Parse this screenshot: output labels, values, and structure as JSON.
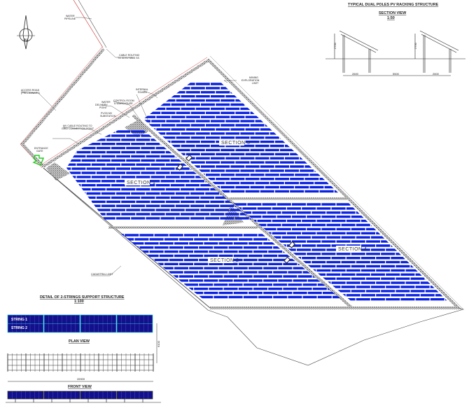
{
  "north_arrow": {
    "label": "N"
  },
  "site_labels": {
    "water_pipeline": [
      "WATER",
      "PIPELINE"
    ],
    "cable_routing": [
      "CABLE ROUTING",
      "TO 33 KV MMS SS"
    ],
    "access_road": [
      "ACCESS ROAD",
      "(PRELIMINARY)"
    ],
    "water_delivery": [
      "WATER",
      "DELIVERY",
      "POINT"
    ],
    "control_room": [
      "CONTROL ROOM",
      "& WAREHOUSE"
    ],
    "substation": [
      "PV/33 MV",
      "SUBSTATION"
    ],
    "internal_roads": [
      "INTERNAL",
      "ROADS"
    ],
    "mining_limit": [
      "MINING",
      "EXPLORATION",
      "LIMIT"
    ],
    "mv_cable": [
      "MV CABLE ROUTING TO",
      "GRID CONNECTION POINT"
    ],
    "entrance_gate": [
      "ENTRANCE",
      "GATE"
    ],
    "cadastral_limit": "CADASTRAL LIMIT"
  },
  "sections": [
    "SECTION 1",
    "SECTION 2",
    "SECTION 3",
    "SECTION 4"
  ],
  "racking_detail": {
    "title": "TYPICAL DUAL POLES PV RACKING STRUCTURE",
    "subtitle": "SECTION VIEW",
    "scale": "1:50",
    "dims": {
      "height": "2730",
      "left_width": "2600",
      "spacing": "5500",
      "right_width": "2600"
    }
  },
  "strings_detail": {
    "title": "DETAIL OF 2-STRINGS SUPPORT STRUCTURE",
    "scale": "1:100",
    "strings": [
      "STRING 1",
      "STRING 2"
    ],
    "plan_view": "PLAN  VIEW",
    "front_view": "FRONT VIEW",
    "dim_height": "6100",
    "dim_length": "26900"
  },
  "colors": {
    "panels": "#0a22e0",
    "roads": "#555555",
    "boundary_red": "#d04040",
    "entrance_arrow": "#22cc22",
    "string_fill": "#12108a",
    "string_outline": "#22c8e0"
  }
}
